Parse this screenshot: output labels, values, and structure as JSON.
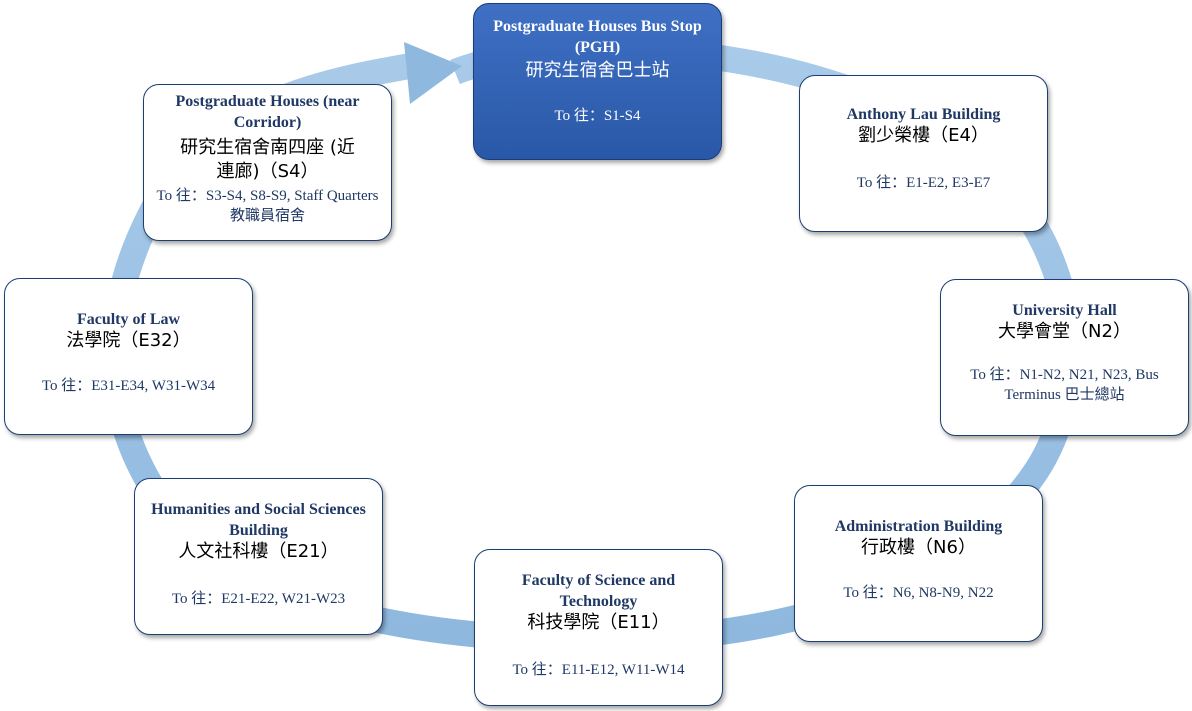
{
  "colors": {
    "ring": "#9dc3e6",
    "node_border": "#1c3f73",
    "active_fill": "#3462b5",
    "text": "#1f3864"
  },
  "stops": [
    {
      "id": "pgh",
      "title": "Postgraduate Houses Bus Stop (PGH)",
      "title_cn": "研究生宿舍巴士站",
      "dest": "To 往：S1-S4",
      "active": true
    },
    {
      "id": "e4",
      "title": "Anthony  Lau Building",
      "title_cn": "劉少榮樓（E4）",
      "dest": "To 往：E1-E2, E3-E7"
    },
    {
      "id": "n2",
      "title": "University  Hall",
      "title_cn": "大學會堂（N2）",
      "dest": "To 往：N1-N2, N21, N23, Bus Terminus 巴士總站"
    },
    {
      "id": "n6",
      "title": "Administration  Building",
      "title_cn": "行政樓（N6）",
      "dest": "To 往：N6, N8-N9, N22"
    },
    {
      "id": "e11",
      "title": "Faculty of Science and Technology",
      "title_cn": "科技學院（E11）",
      "dest": "To 往：E11-E12,  W11-W14"
    },
    {
      "id": "e21",
      "title": "Humanities  and Social Sciences Building",
      "title_cn": "人文社科樓（E21）",
      "dest": "To 往：E21-E22, W21-W23"
    },
    {
      "id": "e32",
      "title": "Faculty of Law",
      "title_cn": "法學院（E32）",
      "dest": "To 往：E31-E34, W31-W34"
    },
    {
      "id": "s4",
      "title": "Postgraduate Houses (near Corridor)",
      "title_cn": "研究生宿舍南四座 (近連廊)（S4）",
      "dest": "To 往：S3-S4, S8-S9, Staff Quarters 教職員宿舍"
    }
  ]
}
